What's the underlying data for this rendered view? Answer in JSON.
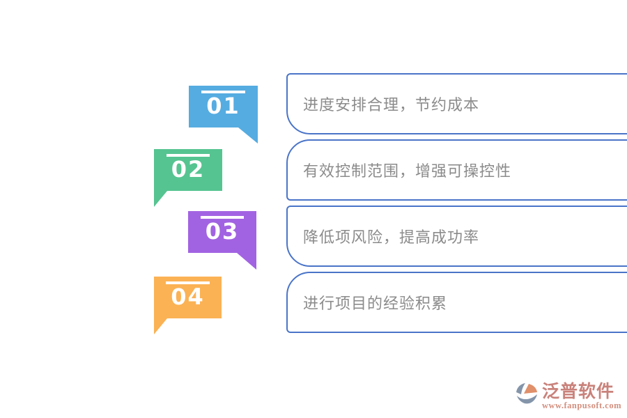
{
  "items": [
    {
      "number": "01",
      "color": "#55ace1",
      "text": "进度安排合理，节约成本"
    },
    {
      "number": "02",
      "color": "#55c491",
      "text": "有效控制范围，增强可操控性"
    },
    {
      "number": "03",
      "color": "#a263e2",
      "text": "降低项风险，提高成功率"
    },
    {
      "number": "04",
      "color": "#fbb254",
      "text": "进行项目的经验积累"
    }
  ],
  "colors": {
    "panel_border": "#4a74c8",
    "panel_text": "#8b8b8b",
    "number_text": "#ffffff",
    "logo_gray": "#8495aa",
    "logo_salmon": "#e0906a",
    "brand_color": "#c9827b",
    "url_color": "#d48f7e"
  },
  "footer": {
    "brand": "泛普软件",
    "url": "www.fanpusoft.com"
  }
}
